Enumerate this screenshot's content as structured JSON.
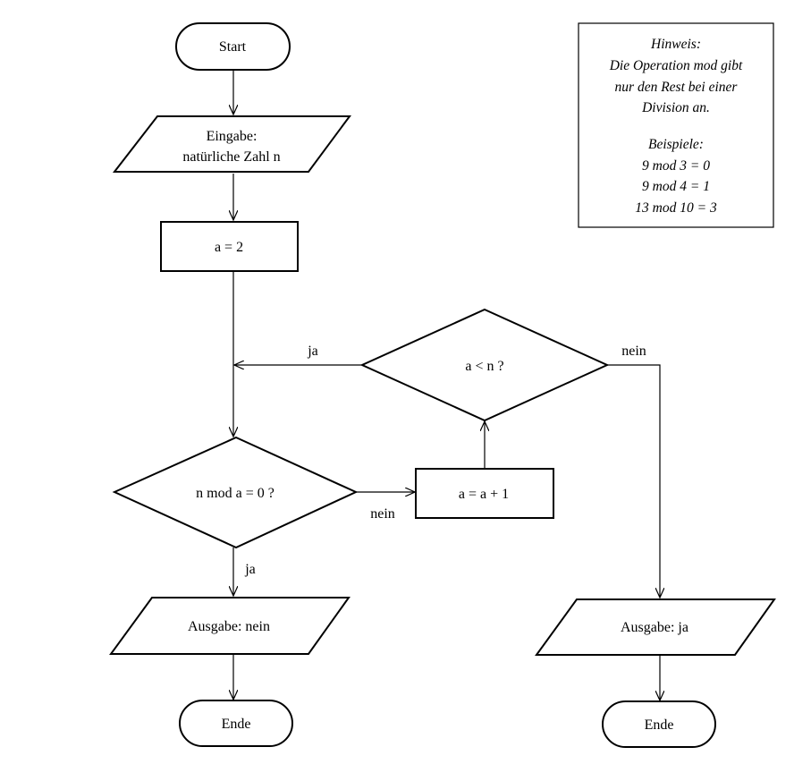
{
  "nodes": {
    "start": {
      "label": "Start"
    },
    "input": {
      "line1": "Eingabe:",
      "line2": "natürliche Zahl n"
    },
    "init": {
      "label": "a = 2"
    },
    "cond_lt": {
      "label": "a < n ?"
    },
    "cond_mod": {
      "label": "n mod a = 0 ?"
    },
    "increment": {
      "label": "a = a + 1"
    },
    "output_no": {
      "label": "Ausgabe: nein"
    },
    "output_yes": {
      "label": "Ausgabe: ja"
    },
    "end_left": {
      "label": "Ende"
    },
    "end_right": {
      "label": "Ende"
    }
  },
  "edges": {
    "lt_yes": "ja",
    "lt_no": "nein",
    "mod_yes": "ja",
    "mod_no": "nein"
  },
  "note": {
    "title": "Hinweis:",
    "text_lines": [
      "Die Operation mod gibt",
      "nur den Rest bei einer",
      "Division an."
    ],
    "examples_title": "Beispiele:",
    "examples": [
      "9 mod 3 = 0",
      "9 mod 4 = 1",
      "13 mod 10 = 3"
    ]
  }
}
